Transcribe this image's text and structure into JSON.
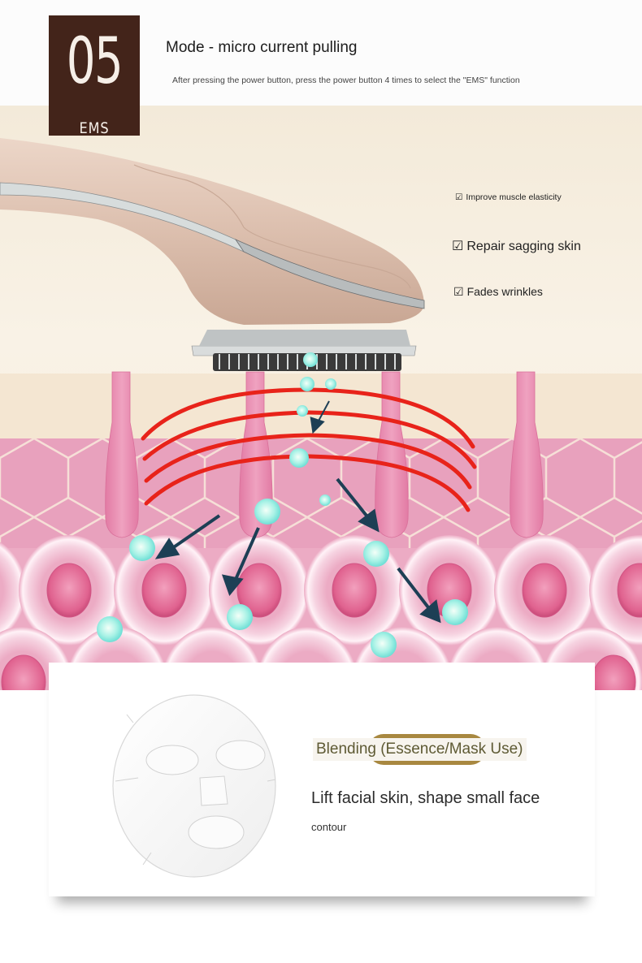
{
  "header": {
    "badge_number": "05",
    "badge_label": "EMS",
    "title": "Mode - micro current pulling",
    "subtitle": "After pressing the power button, press the power button 4 times to select the \"EMS\" function"
  },
  "benefits": {
    "check_glyph": "☑",
    "items": [
      {
        "label": "Improve muscle elasticity"
      },
      {
        "label": "Repair sagging skin"
      },
      {
        "label": "Fades wrinkles"
      }
    ]
  },
  "illustration": {
    "description": "EMS device head emitting micro-current waves into skin layers with nutrient particles",
    "colors": {
      "badge_bg": "#43241a",
      "wave_red": "#e8231a",
      "particle_cyan": "#8ee8e0",
      "arrow_navy": "#1d3f55",
      "dermis_pink": "#e8a1bd",
      "nucleus_pink": "#e0628f",
      "epidermis_cream": "#f4e6d2",
      "pill_gold": "#a88840"
    }
  },
  "card": {
    "mode_label": "Blending (Essence/Mask Use)",
    "description_line1": "Lift facial skin, shape small face",
    "description_line2": "contour"
  }
}
